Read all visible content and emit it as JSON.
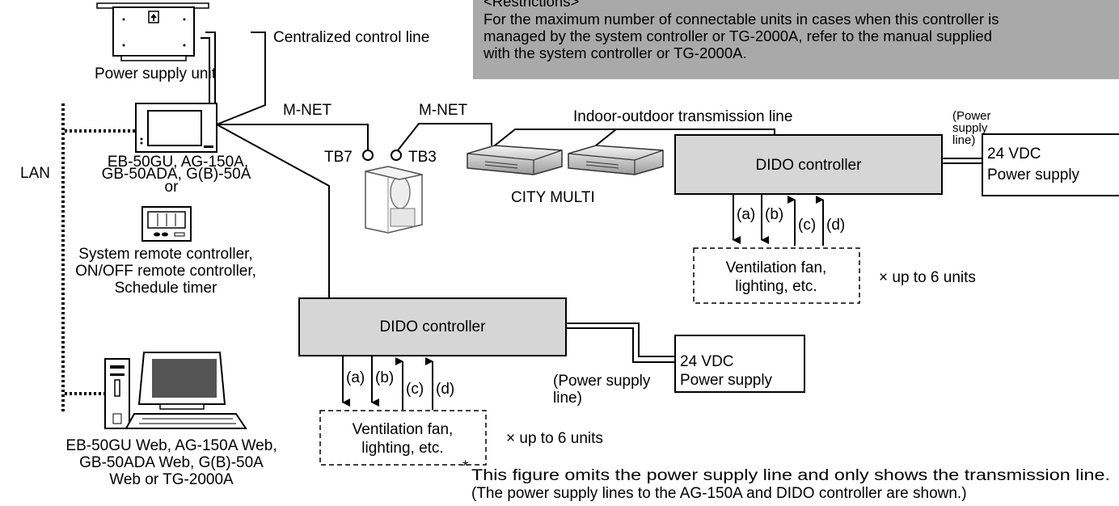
{
  "restrictions": {
    "heading": "<Restrictions>",
    "lines": [
      "For the maximum number of connectable units in cases when this controller is",
      "managed by the system controller or TG-2000A, refer to the manual supplied",
      "with the system controller or TG-2000A."
    ]
  },
  "power_supply_unit": {
    "label": "Power supply unit"
  },
  "centralized_control_line": "Centralized control line",
  "lan": "LAN",
  "central_controller": {
    "lines": [
      "EB-50GU, AG-150A,",
      "GB-50ADA, G(B)-50A",
      "or"
    ]
  },
  "system_remote": {
    "lines": [
      "System remote controller,",
      "ON/OFF remote controller,",
      "Schedule timer"
    ]
  },
  "web_pc": {
    "lines": [
      "EB-50GU Web, AG-150A Web,",
      "GB-50ADA Web, G(B)-50A",
      "Web or TG-2000A"
    ]
  },
  "mnet_left": "M-NET",
  "mnet_right": "M-NET",
  "tb7": "TB7",
  "tb3": "TB3",
  "indoor_outdoor_line": "Indoor-outdoor transmission line",
  "city_multi": "CITY MULTI",
  "dido_upper": {
    "title": "DIDO controller",
    "power_line": [
      "(Power",
      "supply",
      "line)"
    ],
    "power_supply": [
      "24 VDC",
      "Power supply"
    ],
    "signals": [
      "(a)",
      "(b)",
      "(c)",
      "(d)"
    ],
    "devices": [
      "Ventilation fan,",
      "lighting, etc."
    ],
    "units": "× up to 6 units"
  },
  "dido_lower": {
    "title": "DIDO controller",
    "power_line": [
      "(Power supply",
      "line)"
    ],
    "power_supply": [
      "24 VDC",
      "Power supply"
    ],
    "signals": [
      "(a)",
      "(b)",
      "(c)",
      "(d)"
    ],
    "devices": [
      "Ventilation fan,",
      "lighting, etc."
    ],
    "units": "× up to 6 units"
  },
  "footnote": {
    "mark": "*",
    "lines": [
      "This figure omits the power supply line and only shows the transmission line.",
      "(The power supply lines to the AG-150A and DIDO controller are shown.)"
    ]
  },
  "colors": {
    "restrictions_bg": "#a9a9a9",
    "dido_fill": "#d6d6d6",
    "device_fill": "#e4e4e4",
    "line": "#000000"
  }
}
